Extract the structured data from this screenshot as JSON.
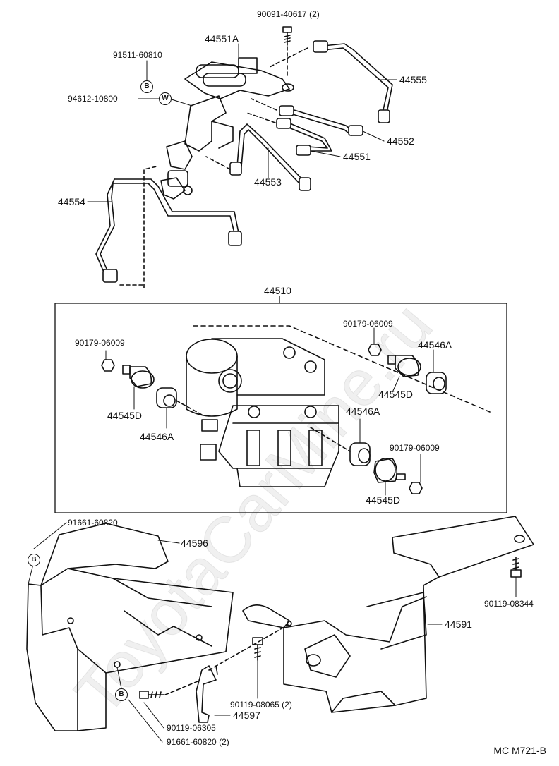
{
  "watermark": "ToyotaCarMine.ru",
  "diagram_code": "MC M721-B",
  "assembly_label": "44510",
  "parts": {
    "p_90091_40617": "90091-40617 (2)",
    "p_44551A": "44551A",
    "p_91511_60810": "91511-60810",
    "p_94612_10800": "94612-10800",
    "p_44555": "44555",
    "p_44552": "44552",
    "p_44551": "44551",
    "p_44553": "44553",
    "p_44554": "44554",
    "p_90179_a": "90179-06009",
    "p_90179_b": "90179-06009",
    "p_90179_c": "90179-06009",
    "p_44546A_a": "44546A",
    "p_44546A_b": "44546A",
    "p_44546A_c": "44546A",
    "p_44545D_a": "44545D",
    "p_44545D_b": "44545D",
    "p_44545D_c": "44545D",
    "p_91661_60820": "91661-60820",
    "p_44596": "44596",
    "p_90119_08344": "90119-08344",
    "p_44591": "44591",
    "p_90119_08065": "90119-08065 (2)",
    "p_44597": "44597",
    "p_90119_06305": "90119-06305",
    "p_91661_60820_2": "91661-60820 (2)"
  },
  "badges": {
    "b1": "B",
    "w1": "W",
    "b2": "B",
    "b3": "B"
  }
}
